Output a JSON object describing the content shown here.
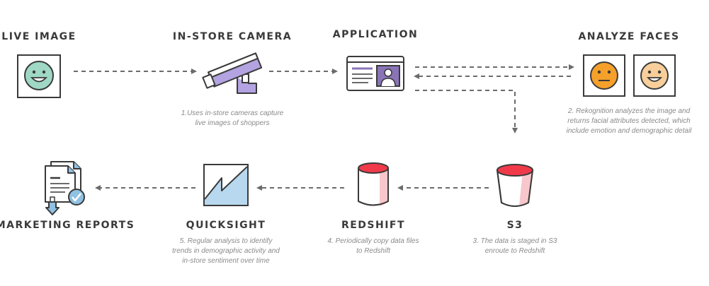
{
  "nodes": {
    "live_image": {
      "title": "LIVE IMAGE"
    },
    "in_store_camera": {
      "title": "IN-STORE CAMERA",
      "note": [
        "1.Uses in-store cameras capture",
        "live images of shoppers"
      ]
    },
    "application": {
      "title": "APPLICATION"
    },
    "analyze_faces": {
      "title": "ANALYZE FACES",
      "note": [
        "2. Rekognition analyzes the image and",
        "returns facial attributes detected, which",
        "include emotion and demographic detail"
      ]
    },
    "s3": {
      "title": "S3",
      "note": [
        "3. The data is staged in S3",
        "enroute to Redshift"
      ]
    },
    "redshift": {
      "title": "REDSHIFT",
      "note": [
        "4. Periodically copy data files",
        "to Redshift"
      ]
    },
    "quicksight": {
      "title": "QUICKSIGHT",
      "note": [
        "5. Regular analysis to identify",
        "trends in demographic activity and",
        "in-store sentiment over time"
      ]
    },
    "marketing_reports": {
      "title": "MARKETING REPORTS"
    }
  },
  "colors": {
    "outline": "#3a3a3a",
    "arrow": "#6b6b6b",
    "face_green": "#9fd8c4",
    "face_orange": "#f5a02a",
    "face_peach": "#f8cf9a",
    "camera_purple": "#b3a3e0",
    "app_purple": "#8a74b8",
    "bucket_red": "#f03a4a",
    "bucket_pink": "#f7c7cb",
    "chart_blue": "#b8d8ef",
    "report_blue": "#8fc1e3"
  }
}
